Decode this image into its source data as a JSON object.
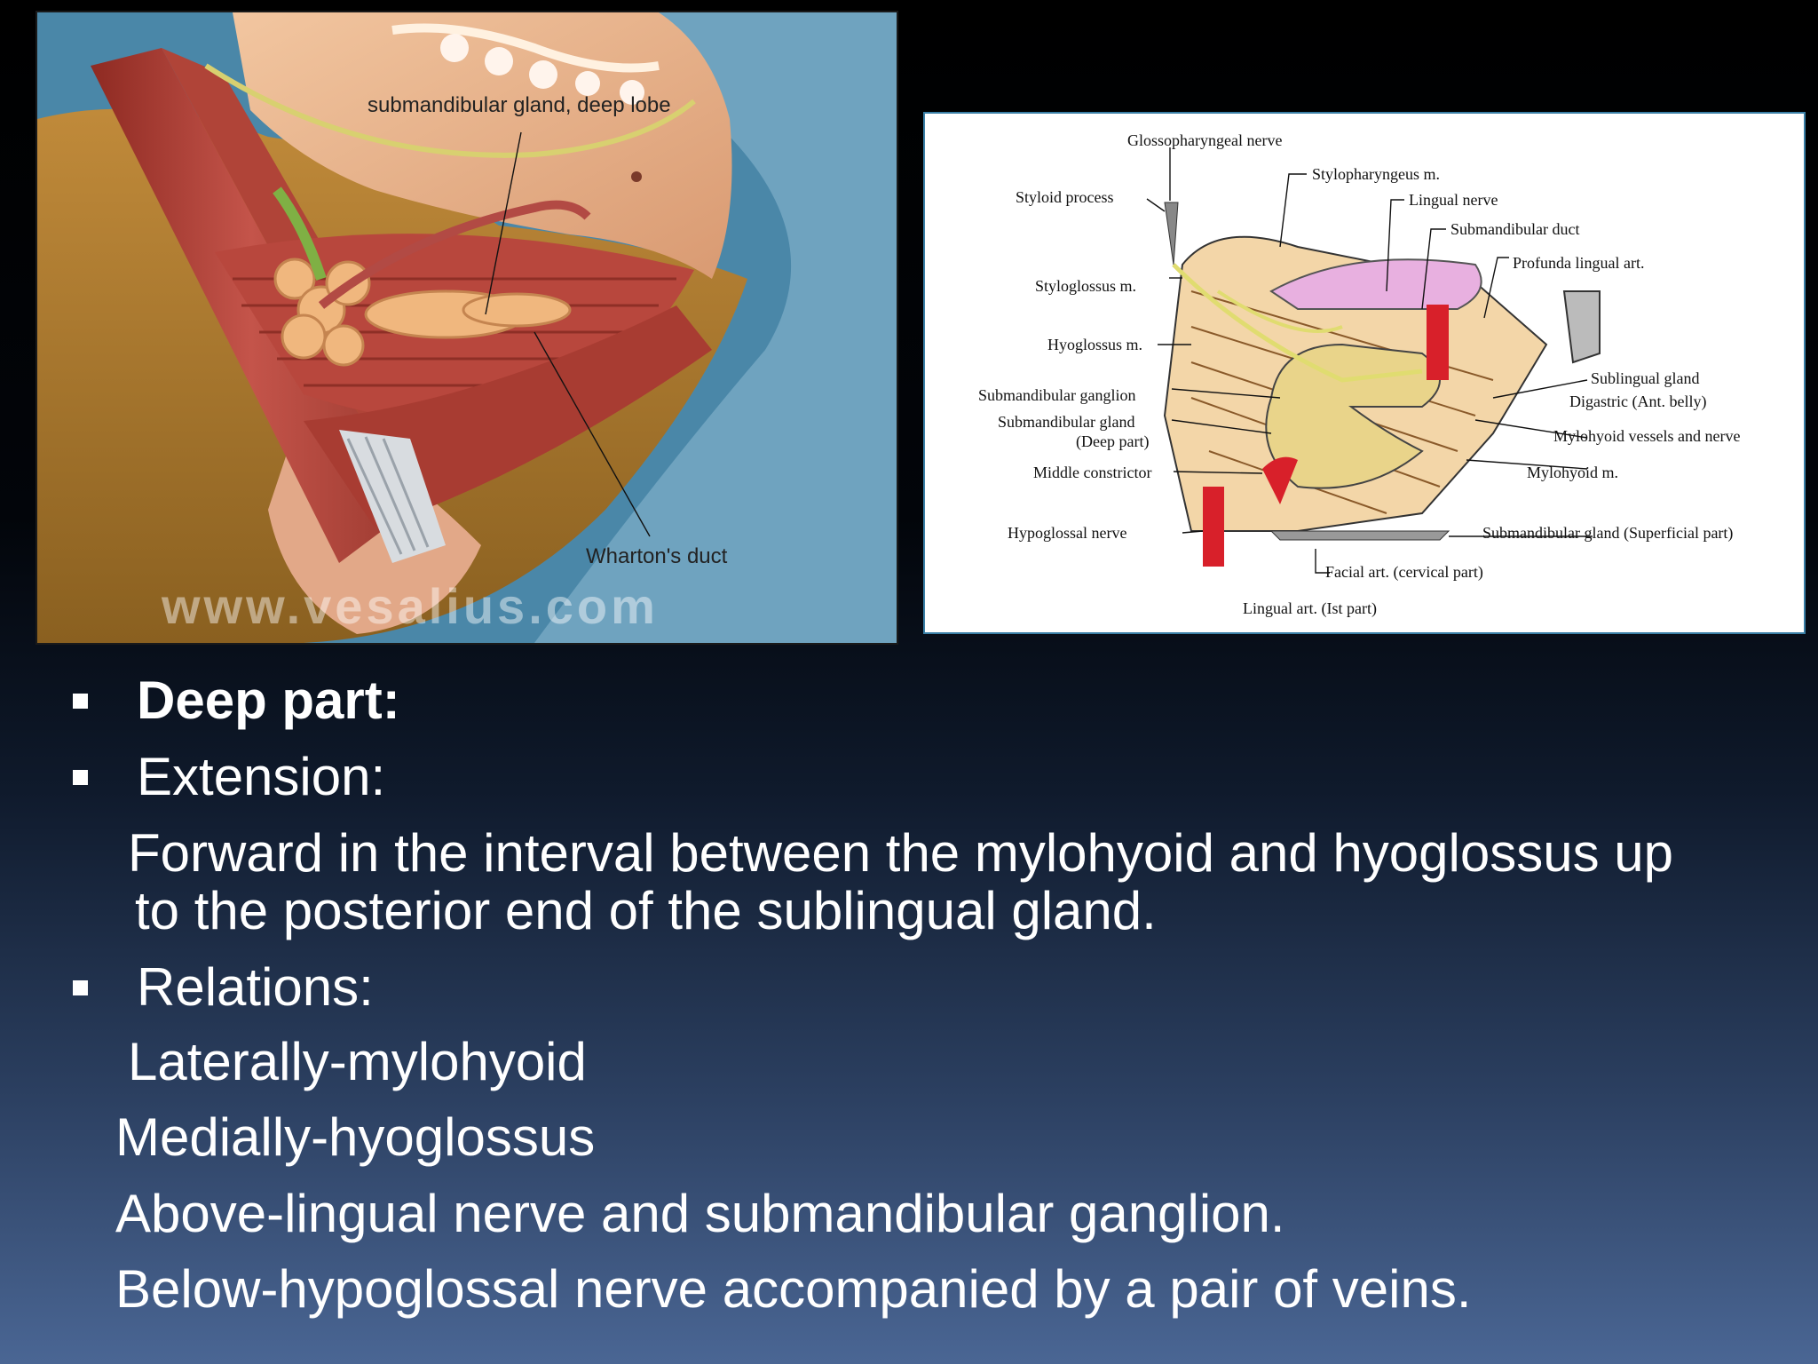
{
  "left_illustration": {
    "labels": {
      "deep_lobe": "submandibular gland, deep lobe",
      "duct": "Wharton's duct"
    },
    "watermark": "www.vesalius.com"
  },
  "right_diagram": {
    "labels": {
      "glossopharyngeal": "Glossopharyngeal nerve",
      "styloid": "Styloid  process",
      "stylopharyngeus": "Stylopharyngeus m.",
      "lingual_nerve": "Lingual nerve",
      "submandibular_duct": "Submandibular duct",
      "profunda": "Profunda lingual art.",
      "styloglossus": "Styloglossus m.",
      "hyoglossus": "Hyoglossus m.",
      "sublingual_gland": "Sublingual gland",
      "digastric": "Digastric (Ant. belly)",
      "submandibular_ganglion": "Submandibular ganglion",
      "submandibular_gland_deep_1": "Submandibular gland",
      "submandibular_gland_deep_2": "(Deep part)",
      "mylohyoid_vessels": "Mylohyoid vessels and nerve",
      "middle_constrictor": "Middle constrictor",
      "mylohyoid": "Mylohyoid m.",
      "hypoglossal": "Hypoglossal nerve",
      "superficial_part": "Submandibular gland (Superficial part)",
      "facial_art": "Facial art. (cervical part)",
      "lingual_art": "Lingual art. (Ist part)"
    }
  },
  "content": {
    "heading": "Deep  part:",
    "extension_label": "Extension:",
    "extension_text_1": "Forward  in the interval between the mylohyoid and hyoglossus up",
    "extension_text_2": "to the posterior end of the sublingual gland.",
    "relations_label": "Relations:",
    "relations": [
      "Laterally-mylohyoid",
      "Medially-hyoglossus",
      "Above-lingual nerve and submandibular ganglion.",
      "Below-hypoglossal nerve accompanied by a pair of  veins."
    ]
  }
}
